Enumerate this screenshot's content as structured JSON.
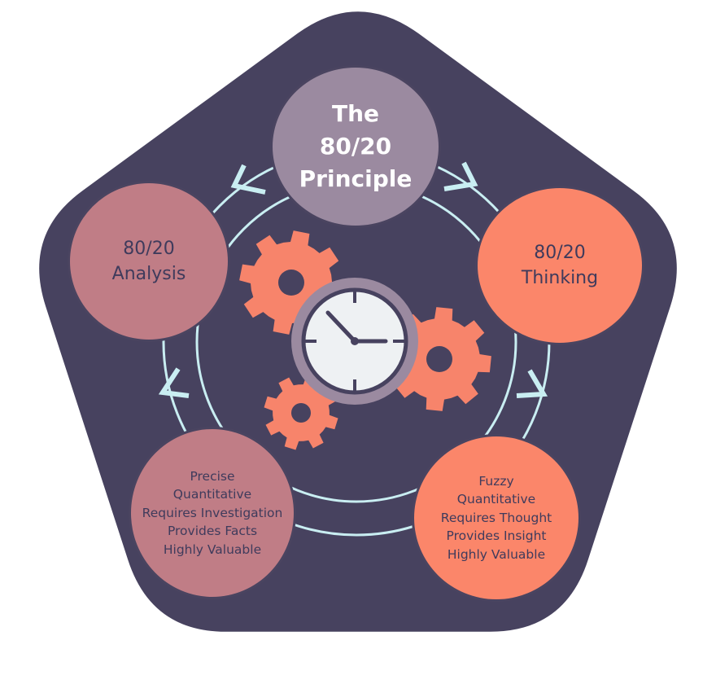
{
  "title": {
    "lines": [
      "The",
      "80/20",
      "Principle"
    ]
  },
  "analysis": {
    "lines": [
      "80/20",
      "Analysis"
    ]
  },
  "thinking": {
    "lines": [
      "80/20",
      "Thinking"
    ]
  },
  "analysis_traits": {
    "lines": [
      "Precise",
      "Quantitative",
      "Requires Investigation",
      "Provides Facts",
      "Highly Valuable"
    ]
  },
  "thinking_traits": {
    "lines": [
      "Fuzzy",
      "Quantitative",
      "Requires Thought",
      "Provides Insight",
      "Highly Valuable"
    ]
  },
  "colors": {
    "background_pentagon": "#47425f",
    "ring": "#c9eef2",
    "title_circle": "#9b8aa0",
    "analysis_circle": "#c07d86",
    "thinking_circle": "#fb866a",
    "gear": "#f7846b",
    "clock_face": "#eef1f3",
    "clock_rim": "#9b8aa0",
    "text_dark": "#3f3b5c",
    "text_light": "#ffffff"
  },
  "icons": [
    "gear-icon",
    "clock-icon",
    "chevron-icon"
  ]
}
